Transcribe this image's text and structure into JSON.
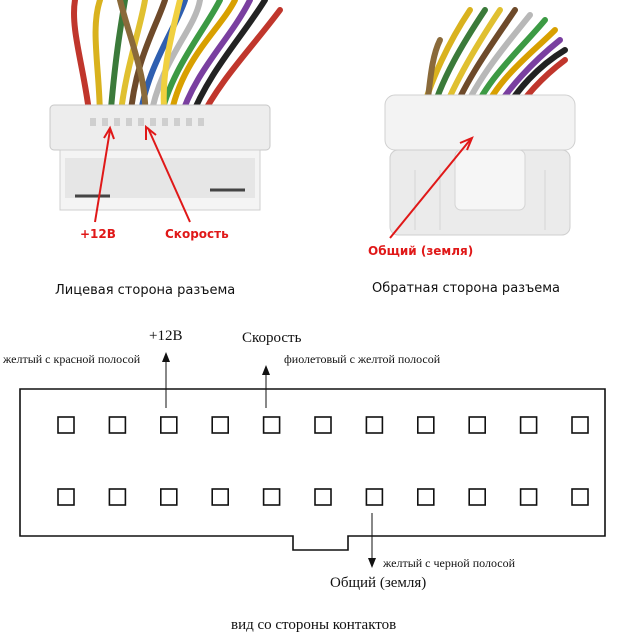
{
  "front_photo": {
    "label_plus12": "+12В",
    "label_speed": "Скорость",
    "caption": "Лицевая сторона разъема"
  },
  "back_photo": {
    "label_ground": "Общий (земля)",
    "caption": "Обратная сторона разъема"
  },
  "diagram": {
    "pin_plus12_title": "+12В",
    "pin_plus12_wire": "желтый с красной полосой",
    "pin_speed_title": "Скорость",
    "pin_speed_wire": "фиолетовый с желтой полосой",
    "pin_ground_wire": "желтый с черной полосой",
    "pin_ground_title": "Общий (земля)",
    "pin_rows": 2,
    "pins_per_row": 11,
    "caption": "вид со стороны контактов"
  },
  "colors": {
    "annotation_red": "#e01818",
    "line_black": "#111111"
  }
}
